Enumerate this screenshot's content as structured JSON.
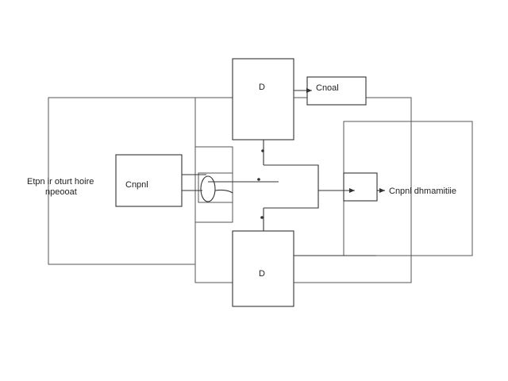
{
  "diagram": {
    "input_text_line1": "Etpn ir oturt hoire",
    "input_text_line2": "npeooat",
    "input_block_label": "Cnpnl",
    "top_block_label": "D",
    "bottom_block_label": "D",
    "top_output_label": "Cnoal",
    "right_output_label": "Cnpnl dhmamitiie"
  },
  "colors": {
    "stroke": "#333333",
    "text": "#222222",
    "background": "#ffffff"
  }
}
